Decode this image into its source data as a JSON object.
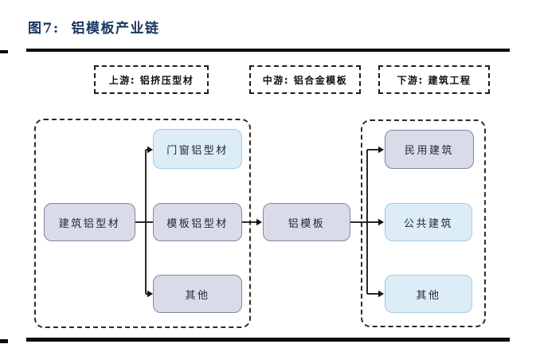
{
  "figure": {
    "title": "图7:  铝模板产业链"
  },
  "headers": [
    {
      "label": "上游: 铝挤压型材"
    },
    {
      "label": "中游: 铝合金模板"
    },
    {
      "label": "下游: 建筑工程"
    }
  ],
  "nodes": [
    {
      "id": "construction-aluminum-profiles",
      "label": "建筑铝型材",
      "stage": "upstream"
    },
    {
      "id": "door-window-aluminum-profiles",
      "label": "门窗铝型材",
      "stage": "upstream"
    },
    {
      "id": "formwork-aluminum-profiles",
      "label": "模板铝型材",
      "stage": "upstream"
    },
    {
      "id": "others-upstream",
      "label": "其他",
      "stage": "upstream"
    },
    {
      "id": "aluminum-formwork",
      "label": "铝模板",
      "stage": "midstream"
    },
    {
      "id": "civil-buildings",
      "label": "民用建筑",
      "stage": "downstream"
    },
    {
      "id": "public-buildings",
      "label": "公共建筑",
      "stage": "downstream"
    },
    {
      "id": "others-downstream",
      "label": "其他",
      "stage": "downstream"
    }
  ],
  "edges": [
    {
      "from": "建筑铝型材",
      "to": "门窗铝型材"
    },
    {
      "from": "建筑铝型材",
      "to": "模板铝型材"
    },
    {
      "from": "建筑铝型材",
      "to": "其他(上游)"
    },
    {
      "from": "模板铝型材",
      "to": "铝模板"
    },
    {
      "from": "铝模板",
      "to": "民用建筑"
    },
    {
      "from": "铝模板",
      "to": "公共建筑"
    },
    {
      "from": "铝模板",
      "to": "其他(下游)"
    }
  ],
  "colors": {
    "title": "#1b3863",
    "rule": "#0b0b0b",
    "node_gray_fill": "#d9dce8",
    "node_gray_border": "#7e879e",
    "node_blue_fill": "#dcedf8",
    "node_blue_border": "#a5cade",
    "connector": "#111111"
  }
}
